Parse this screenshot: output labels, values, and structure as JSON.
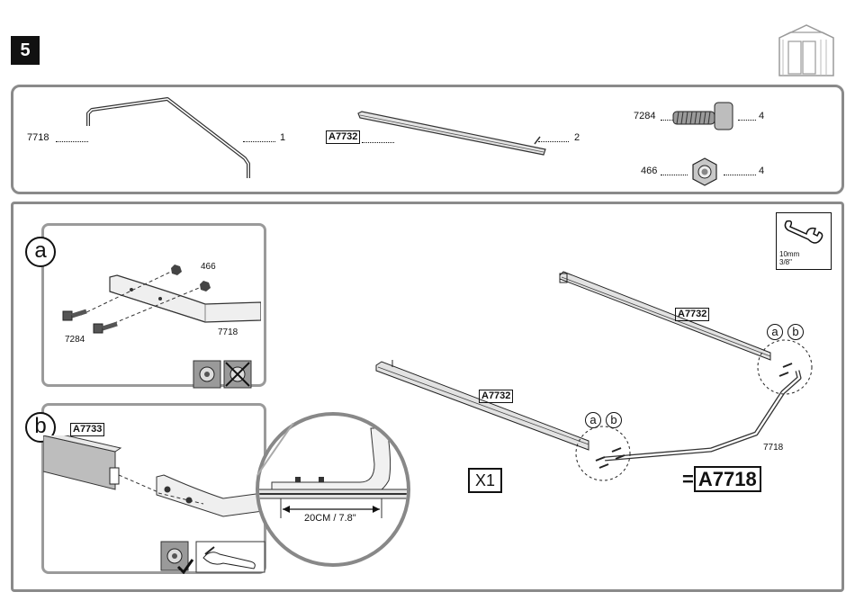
{
  "step": {
    "number": "5"
  },
  "parts": {
    "item1": {
      "part_no": "7718",
      "qty": "1"
    },
    "item2": {
      "part_no": "A7732",
      "qty": "2"
    },
    "item3": {
      "part_no": "7284",
      "qty": "4"
    },
    "item4": {
      "part_no": "466",
      "qty": "4"
    }
  },
  "detail_a": {
    "letter": "a",
    "nut_label": "466",
    "bolt_label": "7284",
    "tube_label": "7718"
  },
  "detail_b": {
    "letter": "b",
    "part_label": "A7733"
  },
  "zoom": {
    "measurement": "20CM / 7.8\""
  },
  "tool": {
    "size_mm": "10mm",
    "size_in": "3/8\""
  },
  "main": {
    "rail_upper_label": "A7732",
    "rail_lower_label": "A7732",
    "frame_label": "7718",
    "quantity": "X1",
    "result_eq": "=",
    "result_part": "A7718",
    "callout_a": "a",
    "callout_b": "b"
  }
}
